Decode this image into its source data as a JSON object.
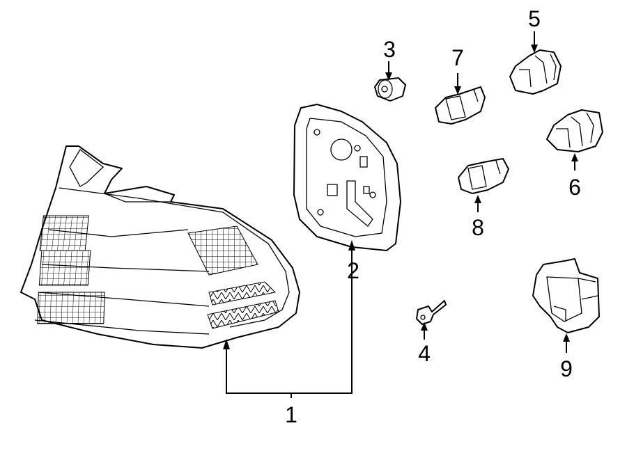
{
  "diagram": {
    "parts": [
      {
        "id": "1",
        "label": "1"
      },
      {
        "id": "2",
        "label": "2"
      },
      {
        "id": "3",
        "label": "3"
      },
      {
        "id": "4",
        "label": "4"
      },
      {
        "id": "5",
        "label": "5"
      },
      {
        "id": "6",
        "label": "6"
      },
      {
        "id": "7",
        "label": "7"
      },
      {
        "id": "8",
        "label": "8"
      },
      {
        "id": "9",
        "label": "9"
      }
    ]
  },
  "colors": {
    "line": "#000000",
    "background": "#ffffff"
  }
}
